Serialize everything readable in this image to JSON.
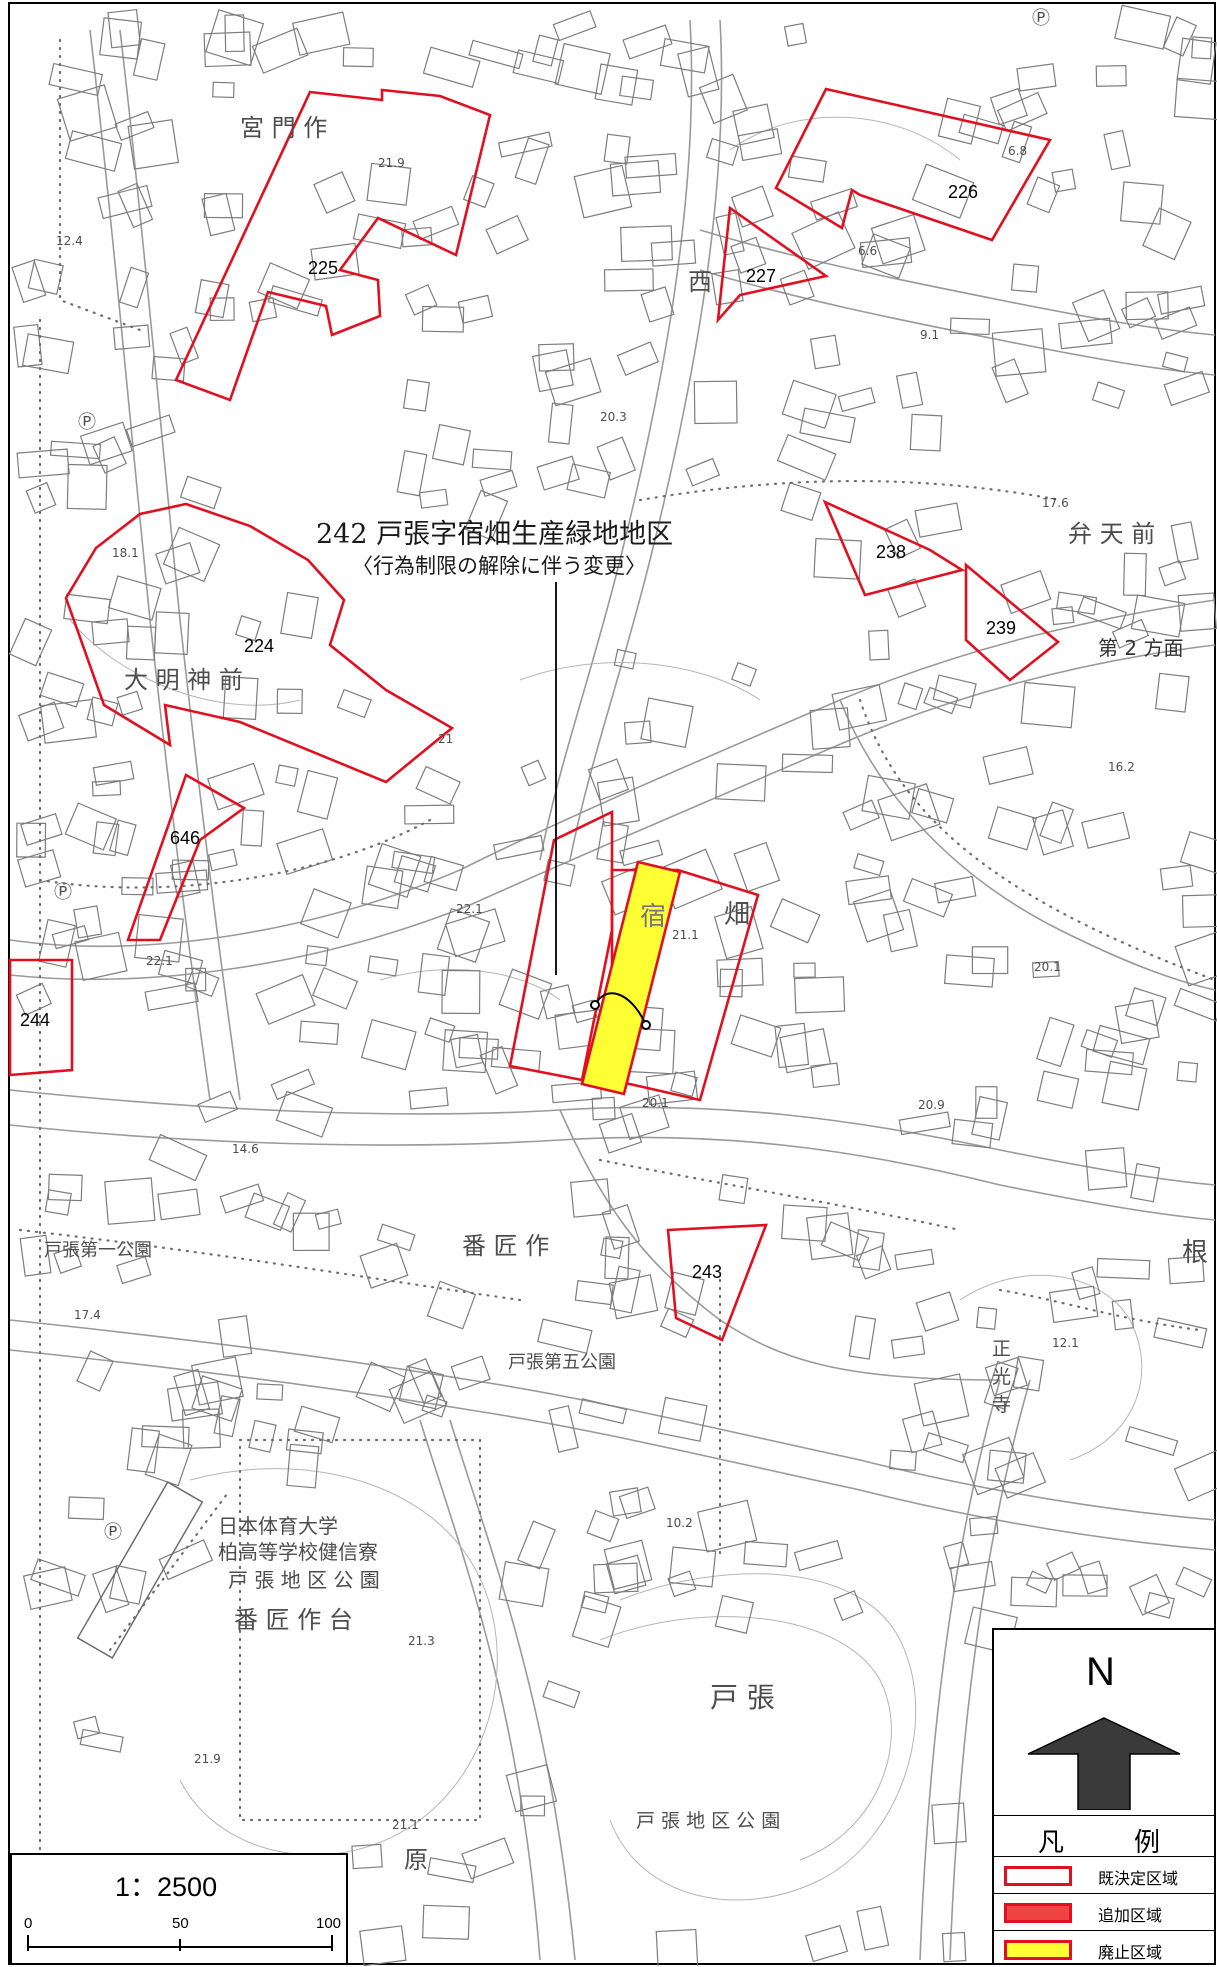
{
  "map": {
    "title": "242 戸張字宿畑生産緑地地区",
    "subtitle": "〈行為制限の解除に伴う変更〉",
    "colors": {
      "existing": "#e01020",
      "added": "#ef4444",
      "abolished": "#ffff33",
      "base": "#9a9a9a"
    },
    "zones": [
      {
        "id": "225",
        "kind": "existing"
      },
      {
        "id": "226",
        "kind": "existing"
      },
      {
        "id": "227",
        "kind": "existing"
      },
      {
        "id": "224",
        "kind": "existing"
      },
      {
        "id": "238",
        "kind": "existing"
      },
      {
        "id": "239",
        "kind": "existing"
      },
      {
        "id": "646",
        "kind": "existing"
      },
      {
        "id": "244",
        "kind": "existing"
      },
      {
        "id": "242",
        "kind": "existing"
      },
      {
        "id": "243",
        "kind": "existing"
      },
      {
        "id": "242-abolished",
        "kind": "abolished"
      }
    ],
    "place_labels": {
      "miyakado": "宮 門 作",
      "nishi": "西",
      "benten": "弁 天 前",
      "daimyojin": "大 明 神 前",
      "daini": "第 2 方面",
      "shuku": "宿",
      "hata": "畑",
      "bansho": "番 匠 作",
      "park1": "戸張第一公園",
      "park5": "戸張第五公園",
      "school1": "日本体育大学",
      "school2": "柏高等学校健信寮",
      "school3": "戸 張 地 区 公 園",
      "bansho_dai": "番 匠 作 台",
      "tobari": "戸 張",
      "park_area": "戸 張 地 区 公 園",
      "hara": "原",
      "ne": "根",
      "sho": "正",
      "ko": "光",
      "ji": "寺",
      "p": "Ⓟ"
    },
    "elevations": [
      "21.9",
      "6.8",
      "12.4",
      "6.6",
      "17.6",
      "18.1",
      "21",
      "22.1",
      "22.1",
      "21.1",
      "20.1",
      "20.9",
      "20.1",
      "14.6",
      "17.4",
      "10.2",
      "21.3",
      "21.9",
      "21.1",
      "12.1",
      "16.2",
      "20.3",
      "9.1"
    ]
  },
  "legend": {
    "north": "N",
    "header_left": "凡",
    "header_right": "例",
    "items": [
      {
        "label": "既決定区域",
        "fill": "#ffffff"
      },
      {
        "label": "追加区域",
        "fill": "#ef4444"
      },
      {
        "label": "廃止区域",
        "fill": "#ffff33"
      }
    ]
  },
  "scale": {
    "ratio": "1：2500",
    "ticks": [
      "0",
      "50",
      "100"
    ]
  }
}
